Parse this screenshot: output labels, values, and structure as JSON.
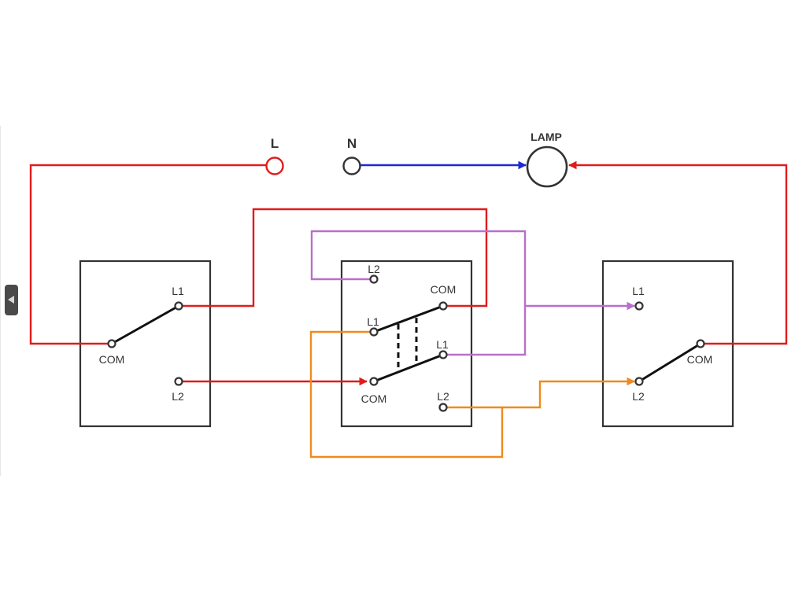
{
  "colors": {
    "live": "#e01b1b",
    "neutral": "#1f27d6",
    "traveler_purple": "#b96fc9",
    "traveler_orange": "#f08a1c",
    "outline": "#333333",
    "lever": "#111111"
  },
  "supply": {
    "live_label": "L",
    "neutral_label": "N"
  },
  "lamp": {
    "label": "LAMP"
  },
  "switch_left": {
    "l1": "L1",
    "l2": "L2",
    "com": "COM"
  },
  "switch_middle": {
    "l2_top": "L2",
    "com_top": "COM",
    "l1_left": "L1",
    "l1_right": "L1",
    "com_bottom": "COM",
    "l2_bottom": "L2"
  },
  "switch_right": {
    "l1": "L1",
    "l2": "L2",
    "com": "COM"
  },
  "icons": {
    "side_handle": "chevron-left-icon"
  }
}
